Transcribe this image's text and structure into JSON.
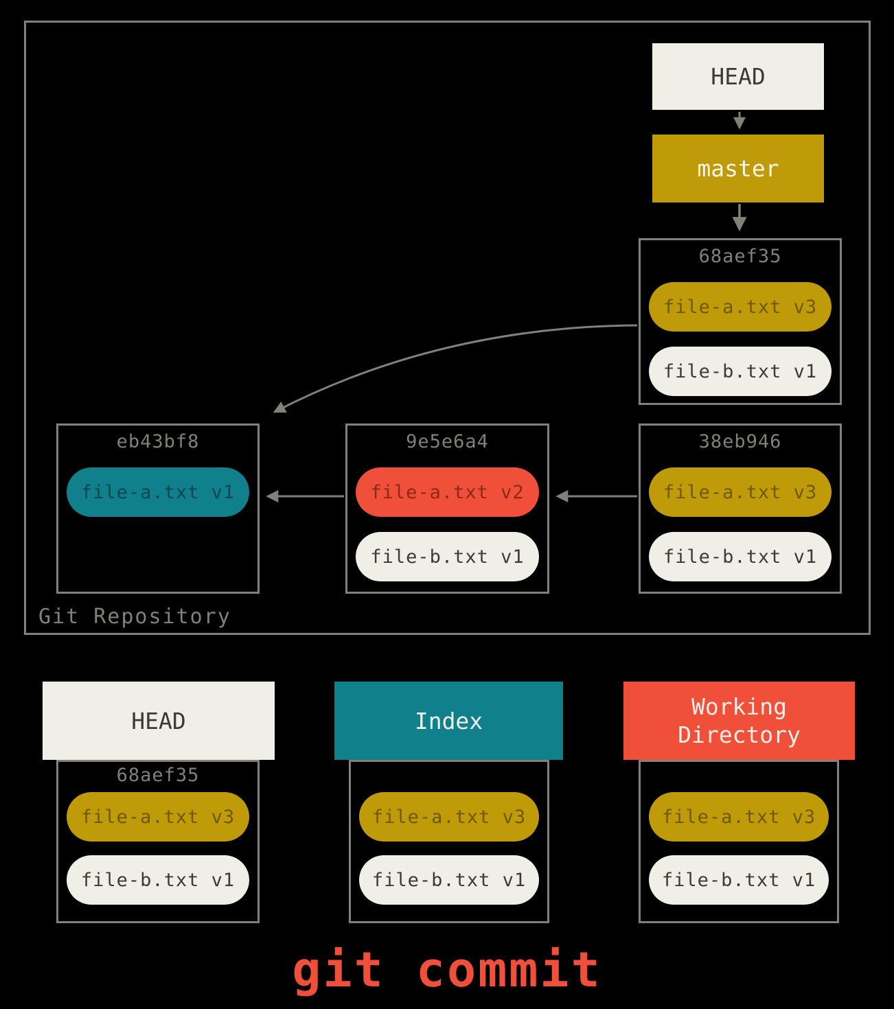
{
  "colors": {
    "background": "#000000",
    "gray": "#847f77",
    "cream": "#f0efe7",
    "dark": "#3b3a35",
    "yellow": "#bf9b0a",
    "yellow_text": "#6e5900",
    "teal": "#11808d",
    "teal_text": "#0a4650",
    "red": "#f0503a",
    "red_text": "#8c2a17",
    "branch_text": "#f7f4e8"
  },
  "repo": {
    "label": "Git Repository",
    "head": "HEAD",
    "branch": "master",
    "commit_top": {
      "id": "68aef35",
      "files": [
        "file-a.txt v3",
        "file-b.txt v1"
      ]
    },
    "commit_a": {
      "id": "eb43bf8",
      "files": [
        "file-a.txt v1"
      ]
    },
    "commit_b": {
      "id": "9e5e6a4",
      "files": [
        "file-a.txt v2",
        "file-b.txt v1"
      ]
    },
    "commit_c": {
      "id": "38eb946",
      "files": [
        "file-a.txt v3",
        "file-b.txt v1"
      ]
    }
  },
  "trees": {
    "head": {
      "title": "HEAD",
      "commit_id": "68aef35",
      "files": [
        "file-a.txt v3",
        "file-b.txt v1"
      ]
    },
    "index": {
      "title": "Index",
      "files": [
        "file-a.txt v3",
        "file-b.txt v1"
      ]
    },
    "workdir": {
      "title": "Working Directory",
      "files": [
        "file-a.txt v3",
        "file-b.txt v1"
      ]
    }
  },
  "caption": "git commit"
}
